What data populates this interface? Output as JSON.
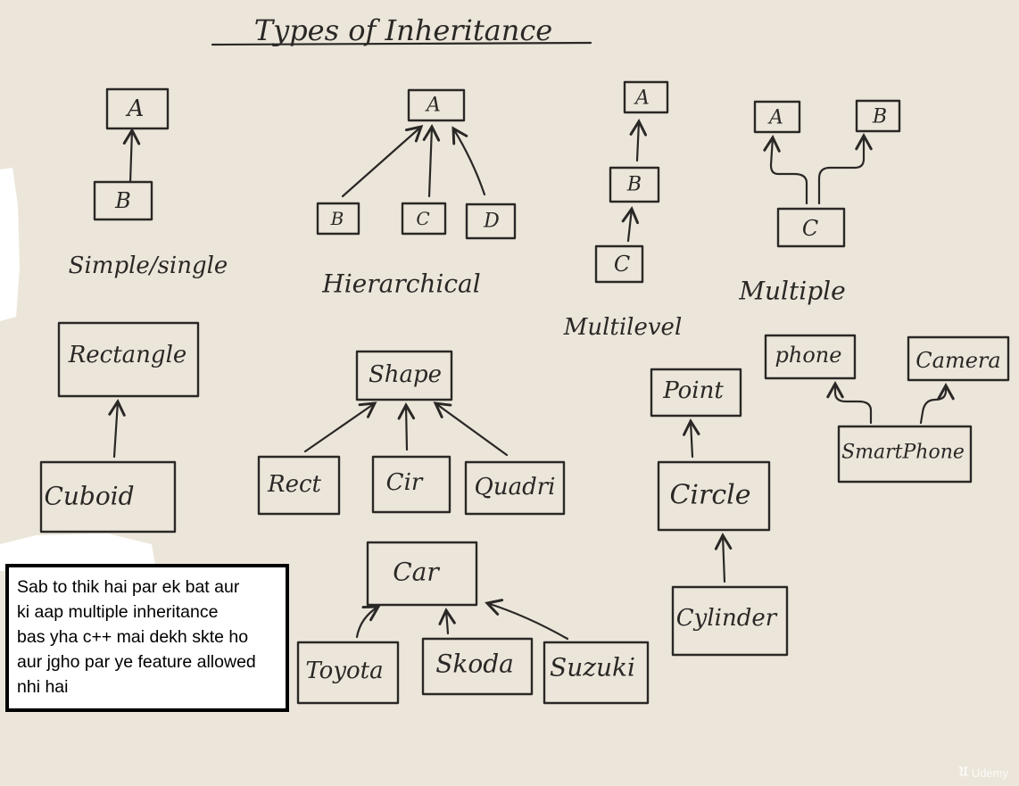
{
  "title": "Types of Inheritance",
  "colors": {
    "board": "#ece6da",
    "marker": "#2a2826",
    "note_bg": "#ffffff",
    "note_border": "#000000"
  },
  "diagrams": {
    "single": {
      "caption": "Simple/single",
      "boxes": [
        "A",
        "B"
      ]
    },
    "hierarchical": {
      "caption": "Hierarchical",
      "boxes": [
        "A",
        "B",
        "C",
        "D"
      ]
    },
    "multilevel": {
      "caption": "Multilevel",
      "boxes": [
        "A",
        "B",
        "C"
      ]
    },
    "multiple": {
      "caption": "Multiple",
      "boxes": [
        "A",
        "B",
        "C"
      ]
    }
  },
  "examples": {
    "single": [
      "Rectangle",
      "Cuboid"
    ],
    "hierarchical": [
      "Shape",
      "Rect",
      "Cir",
      "Quadri"
    ],
    "car": [
      "Car",
      "Toyota",
      "Skoda",
      "Suzuki"
    ],
    "multilevel": [
      "Point",
      "Circle",
      "Cylinder"
    ],
    "multiple": [
      "phone",
      "Camera",
      "SmartPhone"
    ]
  },
  "note": {
    "lines": [
      "Sab to thik hai par ek bat aur",
      "ki aap multiple inheritance",
      "bas yha c++ mai dekh skte ho",
      "aur jgho par ye feature allowed",
      "nhi hai"
    ]
  },
  "watermark": {
    "icon": "udemy-logo-icon",
    "text": "Udemy"
  }
}
